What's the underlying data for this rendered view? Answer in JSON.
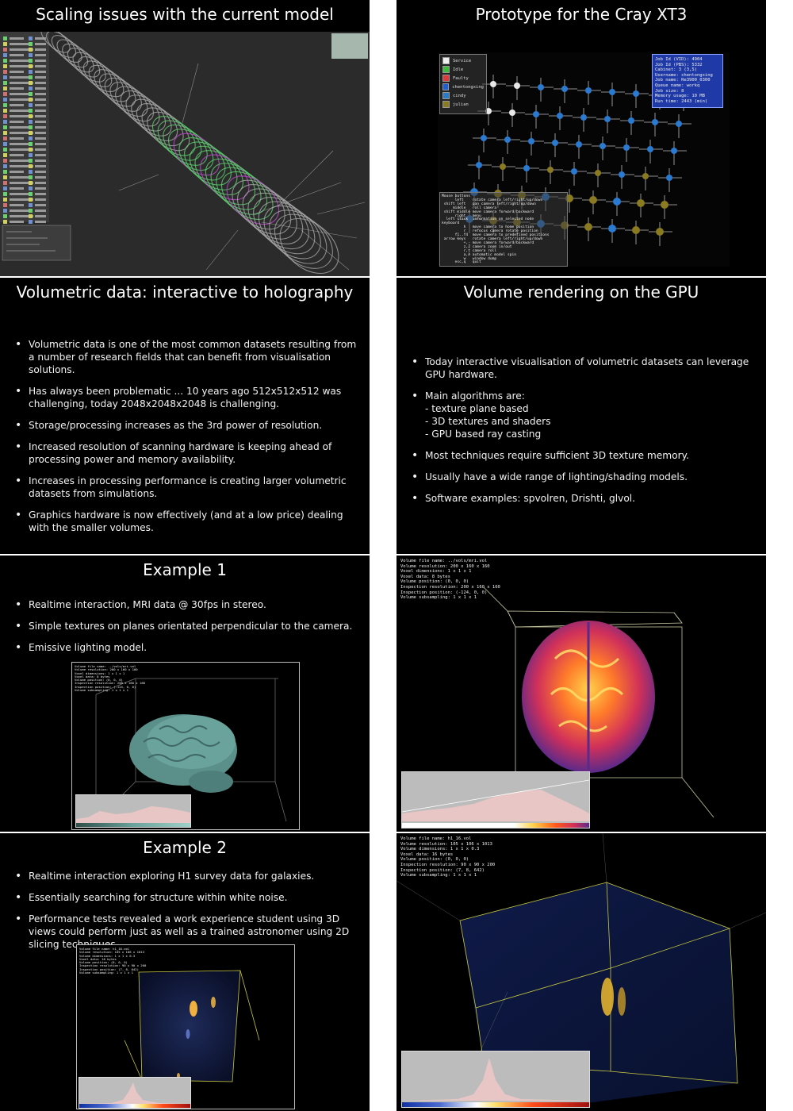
{
  "slides": {
    "s1": {
      "title": "Scaling issues with the current model"
    },
    "s2": {
      "title": "Prototype for the Cray XT3",
      "legend": [
        "Service",
        "Idle",
        "Faulty",
        "chentongxing",
        "cindy",
        "julian"
      ],
      "legend_colors": [
        "#eeeeee",
        "#3dbb3d",
        "#d93c3c",
        "#1f5fd6",
        "#2a7ac8",
        "#8a7a20"
      ],
      "info": "Job Id (VID): 4904\nJob Id (PBS): 5332\nCabinet: 3 (3,5)\nUsername: chentongxing\nJob name: Re3900_0300\nQueue name: workq\nJob size: 8\nMemory usage: 10 MB\nRun time: 2443 (min)",
      "help": "Mouse buttons\n      left    rotate camera left/right/up/down\n shift left   pan camera left/right/up/down\n     middle   roll camera\n shift middle move camera forward/backward\n      right   menu\n  left click  information on selected node\nkeyboard\n          h   move camera to home position\n          r   refocus camera rotate position\n      f1..f4  move camera to predefined positions\n arrow keys   rotate camera left/right/up/down\n          +,- move camera forward/backward\n          z,Z camera zoom in/out\n          r,t camera roll\n          a,A automatic model spin\n          w   window dump\n      esc,q   quit"
    },
    "s3": {
      "title": "Volumetric data: interactive to holography",
      "bullets": [
        "Volumetric data is one of the most common datasets resulting from a number of research fields that can benefit from visualisation solutions.",
        "Has always been problematic ... 10 years ago 512x512x512 was challenging, today 2048x2048x2048 is challenging.",
        "Storage/processing increases as the 3rd power of resolution.",
        "Increased resolution of scanning hardware is keeping ahead of processing power and memory availability.",
        "Increases in processing performance is creating larger volumetric datasets from simulations.",
        "Graphics hardware is now effectively (and at a low price) dealing with the smaller volumes."
      ]
    },
    "s4": {
      "title": "Volume rendering on the GPU",
      "b1": "Today interactive visualisation of volumetric datasets can leverage GPU hardware.",
      "b2": "Main algorithms are:",
      "b2_subs": [
        "- texture plane based",
        "- 3D textures and shaders",
        "- GPU based ray casting"
      ],
      "b3": "Most techniques require sufficient 3D texture memory.",
      "b4": "Usually have a wide range of lighting/shading models.",
      "b5": "Software examples: spvolren, Drishti, glvol."
    },
    "s5": {
      "title": "Example 1",
      "bullets": [
        "Realtime interaction, MRI data @ 30fps in stereo.",
        "Simple textures on planes orientated perpendicular to the camera.",
        "Emissive lighting model."
      ]
    },
    "s6": {
      "info": "Volume file name: ../vols/mri.vol\nVolume resolution: 200 x 160 x 160\nVoxel dimensions: 1 x 1 x 1\nVoxel data: 8 bytes\nVolume position: (0, 0, 0)\nInspection resolution: 200 x 160 x 160\nInspection position: (-124, 0, 0)\nVolume subsampling: 1 x 1 x 1"
    },
    "s7": {
      "title": "Example 2",
      "bullets": [
        "Realtime interaction exploring H1 survey data for galaxies.",
        "Essentially searching for structure within white noise.",
        "Performance tests revealed a work experience student using 3D views could perform just as well as a trained astronomer using 2D slicing techniques."
      ]
    },
    "s8": {
      "info": "Volume file name: h1_16.vol\nVolume resolution: 105 x 106 x 1013\nVolume dimensions: 1 x 1 x 0.3\nVoxel data: 16 bytes\nVolume position: (0, 0, 0)\nInspection resolution: 90 x 90 x 200\nInspection position: (7, 8, 642)\nVolume subsampling: 1 x 1 x 1"
    }
  },
  "colors": {
    "slide_bg": "#000000",
    "text": "#ffffff"
  }
}
